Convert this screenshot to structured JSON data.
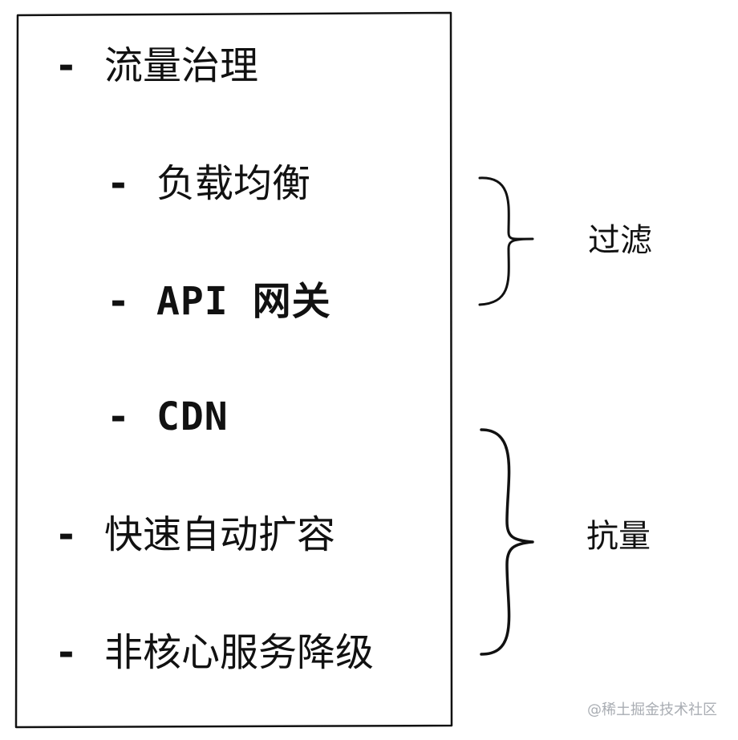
{
  "list": [
    {
      "bullet": "-",
      "label": "流量治理",
      "level": 0
    },
    {
      "bullet": "-",
      "label": "负载均衡",
      "level": 1
    },
    {
      "bullet": "-",
      "label": "API 网关",
      "level": 1
    },
    {
      "bullet": "-",
      "label": "CDN",
      "level": 1
    },
    {
      "bullet": "-",
      "label": "快速自动扩容",
      "level": 0
    },
    {
      "bullet": "-",
      "label": "非核心服务降级",
      "level": 0
    }
  ],
  "groups": [
    {
      "label": "过滤"
    },
    {
      "label": "抗量"
    }
  ],
  "watermark": "@稀土掘金技术社区"
}
